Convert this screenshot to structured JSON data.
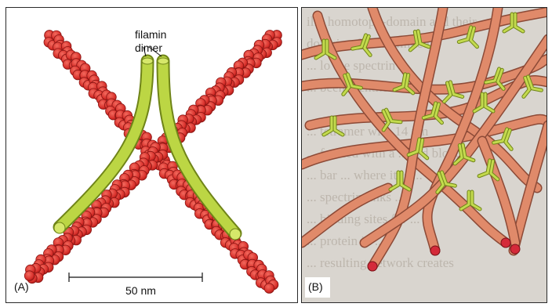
{
  "figure": {
    "panel_a": {
      "label": "(A)",
      "callout_line1": "filamin",
      "callout_line2": "dimer",
      "scale_bar_label": "50 nm"
    },
    "panel_b": {
      "label": "(B)",
      "background_text": [
        "ilin homotopy-domain and their",
        "domain of cross-linked",
        "... lo the spectrin ...",
        "... been identified in",
        "",
        "... tetramer with 14 nm",
        "... formed with a ... red blood",
        "... bar ... where it is ...",
        "... spectrin links ...",
        "... binding sites for ...",
        "... protein in ...",
        "... resulting network creates"
      ]
    },
    "colors": {
      "actin": "#e23a36",
      "actin_outline": "#8a1412",
      "filamin": "#b8d23a",
      "filament_b": "#e08a6a",
      "filament_b_end": "#d42a3a"
    }
  }
}
